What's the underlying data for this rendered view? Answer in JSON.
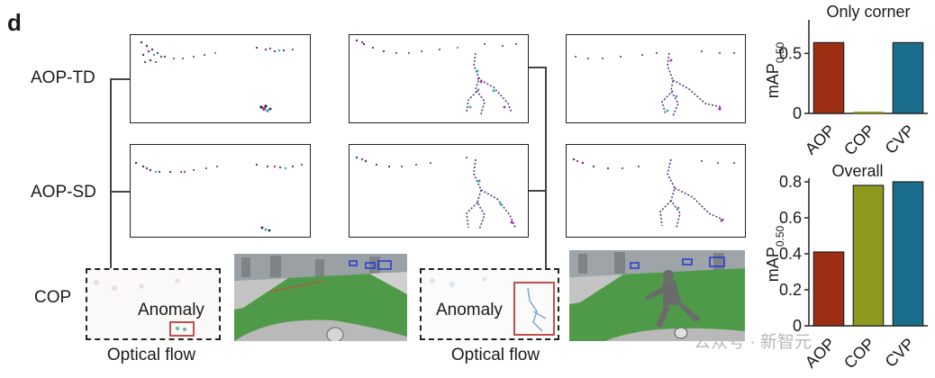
{
  "figure": {
    "panel_letter": "d",
    "row_labels": {
      "td": "AOP-TD",
      "sd": "AOP-SD",
      "cop": "COP"
    },
    "captions": {
      "left": "Optical flow",
      "right": "Optical flow"
    },
    "anomaly_labels": {
      "left": "Anomaly",
      "right": "Anomaly"
    },
    "watermark": "公众号 · 新智元"
  },
  "colors": {
    "aop": "#9e2e12",
    "cop": "#8e9a1e",
    "cvp": "#1a6e8c",
    "field_green": "#4f9a48",
    "det_box": "#2a3fd0",
    "anomaly_box": "#c0504d"
  },
  "chart_data": [
    {
      "type": "bar",
      "title": "Only corner",
      "ylabel": "mAP",
      "ylabel_sub": "0.50",
      "categories": [
        "AOP",
        "COP",
        "CVP"
      ],
      "values": [
        0.59,
        0.0,
        0.59
      ],
      "ylim": [
        0,
        0.75
      ],
      "yticks": [
        0,
        0.5
      ],
      "ytick_labels": [
        "0",
        "0.5"
      ],
      "grid": false,
      "legend": "none"
    },
    {
      "type": "bar",
      "title": "Overall",
      "ylabel": "mAP",
      "ylabel_sub": "0.50",
      "categories": [
        "AOP",
        "COP",
        "CVP"
      ],
      "values": [
        0.41,
        0.78,
        0.8
      ],
      "ylim": [
        0,
        0.8
      ],
      "yticks": [
        0,
        0.2,
        0.4,
        0.6,
        0.8
      ],
      "ytick_labels": [
        "0",
        "0.2",
        "0.4",
        "0.6",
        "0.8"
      ],
      "grid": false,
      "legend": "none"
    }
  ]
}
